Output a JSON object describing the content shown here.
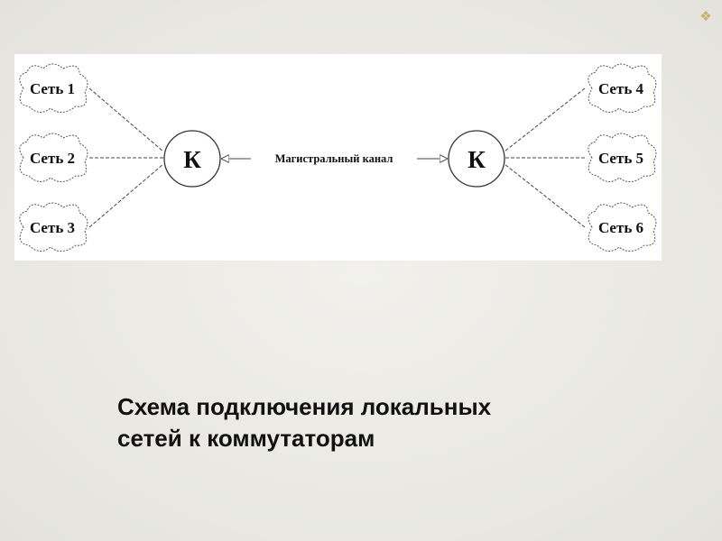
{
  "diagram": {
    "left_networks": [
      "Сеть 1",
      "Сеть 2",
      "Сеть 3"
    ],
    "right_networks": [
      "Сеть 4",
      "Сеть 5",
      "Сеть 6"
    ],
    "switch_left_label": "К",
    "switch_right_label": "К",
    "channel_label": "Магистральный канал"
  },
  "caption": {
    "line1": "Схема подключения локальных",
    "line2": "сетей к коммутаторам"
  }
}
